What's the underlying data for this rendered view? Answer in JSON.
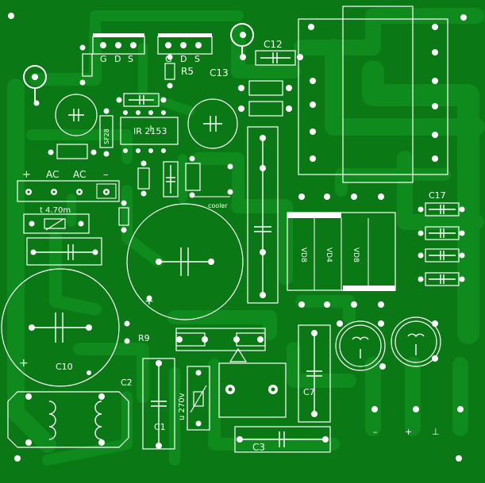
{
  "colors": {
    "board": "#0b7816",
    "trace": "#0f8a1c",
    "silk": "#ffffff",
    "pad": "#ffffff",
    "hole": "#0b7816"
  },
  "header_labels": {
    "left": [
      "G",
      "D",
      "S"
    ],
    "right": [
      "G",
      "D",
      "S"
    ]
  },
  "components": {
    "c12": "C12",
    "c13": "C13",
    "r5": "R5",
    "ic": "IR 2153",
    "diode_sf": "SF28",
    "input_plus": "+",
    "input_ac1": "AC",
    "input_ac2": "AC",
    "input_minus": "–",
    "thermistor": "t 4.70m",
    "c10": "C10",
    "r9": "R9",
    "c2": "C2",
    "c1": "C1",
    "varistor": "u 270v",
    "c3": "C3",
    "c7": "C7",
    "c17": "C17",
    "vd1": "VD8",
    "vd2": "VD4",
    "vd3": "VD8",
    "cooler": "cooler",
    "plus_big": "+",
    "plus_c10": "+",
    "out_minus": "–",
    "out_plus": "+",
    "out_gnd": "⊥"
  }
}
